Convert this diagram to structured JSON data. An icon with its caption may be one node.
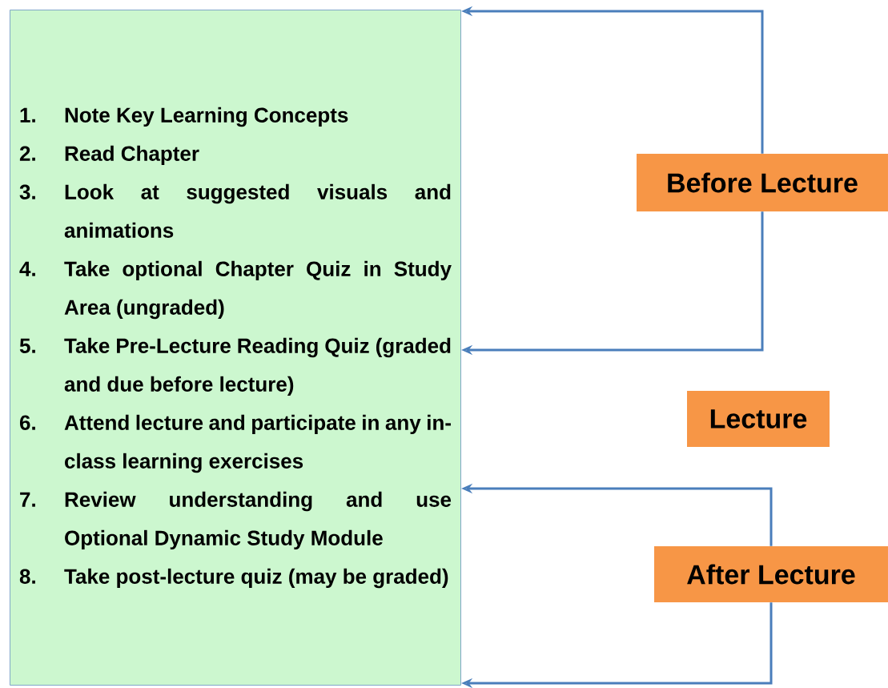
{
  "diagram": {
    "nodes": [
      {
        "text": [
          "1.",
          "Note Key Learning Concepts",
          "2.",
          "Read Chapter",
          "3.",
          "Look at suggested visuals and animations",
          "4.",
          "Take optional Chapter Quiz in Study Area (ungraded)",
          "5.",
          "Take Pre-Lecture Reading Quiz (graded and due before lecture)",
          "6.",
          "Attend lecture and participate in any in-class learning exercises",
          "7.",
          "Review understanding and use Optional Dynamic Study Module",
          "8.",
          "Take post-lecture quiz (may be graded)"
        ]
      },
      {
        "text": [
          "Before Lecture"
        ]
      },
      {
        "text": [
          "Lecture"
        ]
      },
      {
        "text": [
          "After Lecture"
        ]
      }
    ],
    "edges": [
      {
        "from": 1,
        "to": 0,
        "arrow": "to"
      },
      {
        "from": 1,
        "to": 0,
        "arrow": "to"
      },
      {
        "from": 3,
        "to": 0,
        "arrow": "to"
      },
      {
        "from": 3,
        "to": 0,
        "arrow": "to"
      }
    ]
  }
}
